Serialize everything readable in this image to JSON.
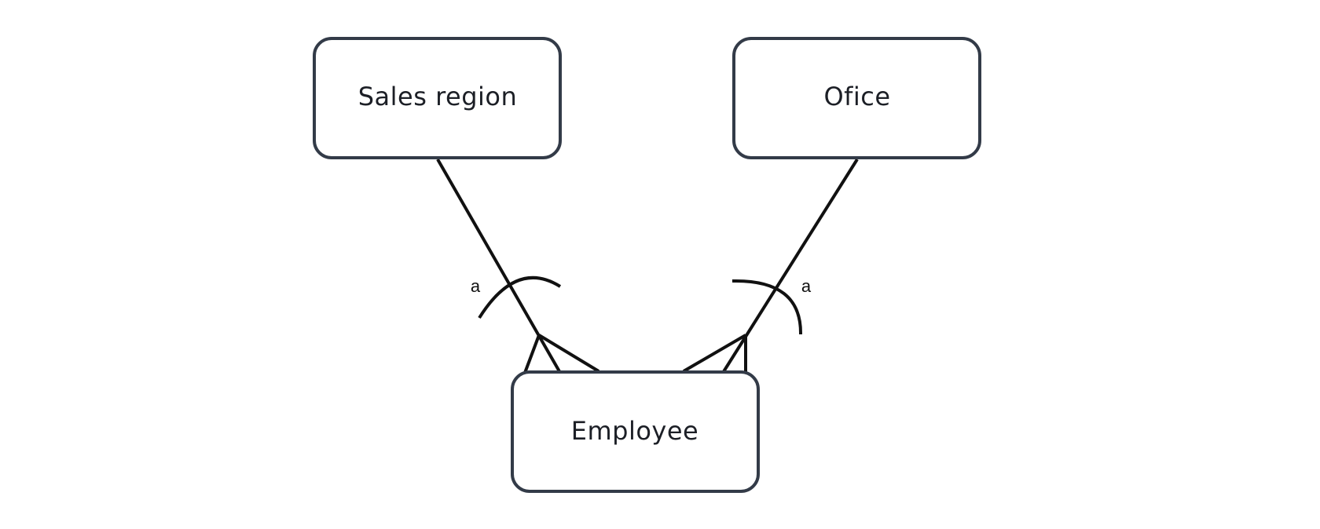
{
  "diagram": {
    "entities": {
      "sales_region": {
        "label": "Sales region"
      },
      "office": {
        "label": "Ofice"
      },
      "employee": {
        "label": "Employee"
      }
    },
    "constraints": {
      "left": {
        "label": "a"
      },
      "right": {
        "label": "a"
      }
    }
  }
}
